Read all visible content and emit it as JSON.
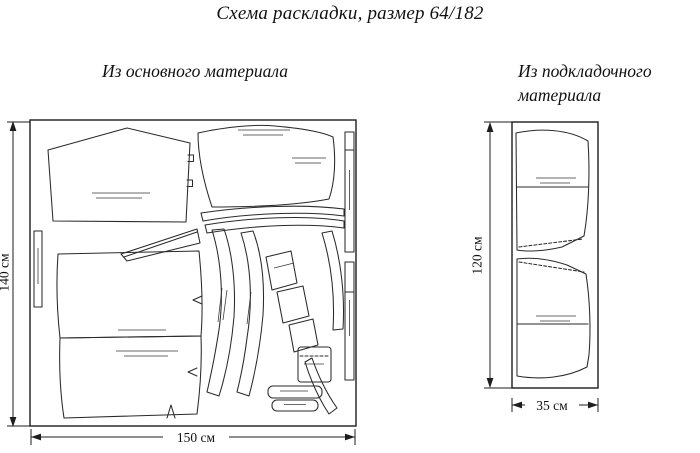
{
  "title": "Схема раскладки, размер 64/182",
  "sections": {
    "main": {
      "heading": "Из основного материала",
      "width_label": "150 см",
      "height_label": "140 см"
    },
    "lining": {
      "heading": "Из подкладочного материала",
      "width_label": "35 см",
      "height_label": "120 см"
    }
  }
}
